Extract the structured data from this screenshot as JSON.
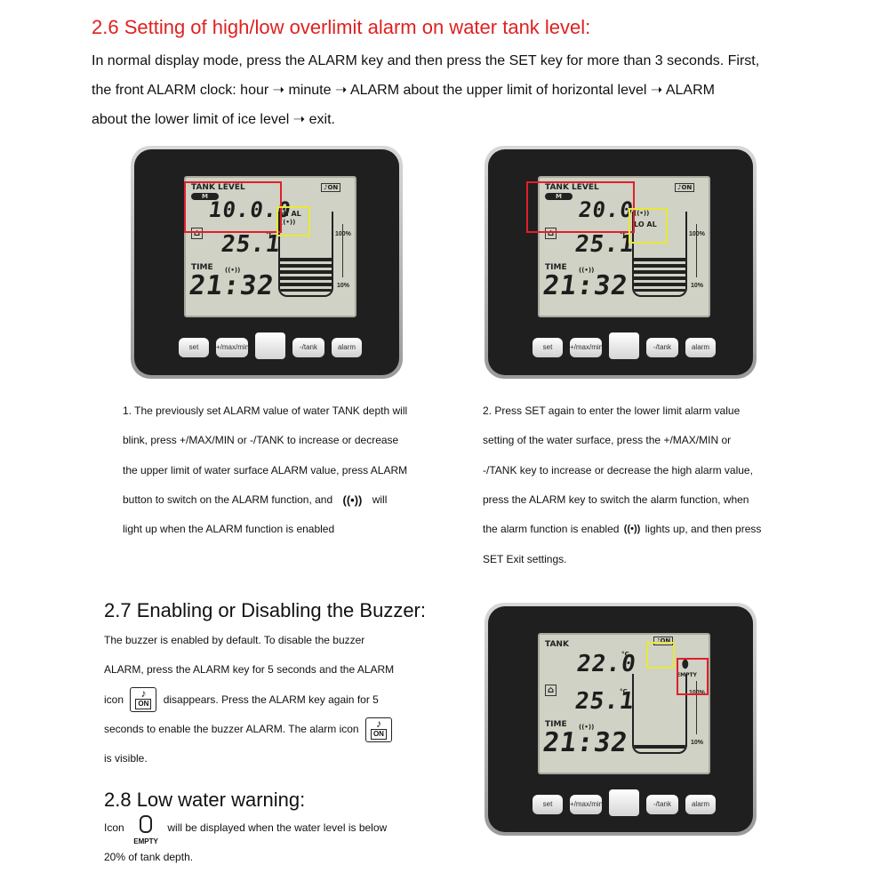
{
  "section26": {
    "heading": "2.6 Setting of high/low overlimit alarm on water tank level:",
    "lines": [
      "In normal display mode, press the ALARM key and then press the SET key for more than 3 seconds. First,",
      "the front ALARM clock: hour ➝ minute ➝ ALARM about the upper limit of horizontal level ➝ ALARM",
      "about the lower limit of ice level ➝ exit."
    ]
  },
  "device1": {
    "tank_label": "TANK LEVEL",
    "unit": "M",
    "level": "10.0.0",
    "alarm_label": "HI AL",
    "temp": "25.1",
    "temp_unit": "°C",
    "time_label": "TIME",
    "time": "21:32",
    "pct_high": "100%",
    "pct_low": "10%",
    "buttons": [
      "set",
      "+/max/min",
      "",
      "-/tank",
      "alarm"
    ]
  },
  "device2": {
    "tank_label": "TANK LEVEL",
    "unit": "M",
    "level": "20.0",
    "alarm_label": "LO AL",
    "temp": "25.1",
    "temp_unit": "°C",
    "time_label": "TIME",
    "time": "21:32",
    "pct_high": "100%",
    "pct_low": "10%",
    "buttons": [
      "set",
      "+/max/min",
      "",
      "-/tank",
      "alarm"
    ]
  },
  "device3": {
    "tank_label": "TANK",
    "level": "22.0",
    "level_unit": "°C",
    "empty_label": "EMPTY",
    "temp": "25.1",
    "temp_unit": "°C",
    "time_label": "TIME",
    "time": "21:32",
    "pct_high": "100%",
    "pct_low": "10%",
    "buttons": [
      "set",
      "+/max/min",
      "",
      "-/tank",
      "alarm"
    ]
  },
  "caption1": {
    "lines": [
      "1. The previously set ALARM value of water TANK depth will",
      "blink, press +/MAX/MIN or -/TANK to increase or decrease",
      "the upper limit of water surface ALARM value, press ALARM"
    ],
    "line4a": "button to switch on the ALARM function, and",
    "line4b": "will",
    "line5": "light up when the ALARM function is enabled"
  },
  "caption2": {
    "lines": [
      "2. Press SET again to enter the lower limit alarm value",
      "setting of the water surface, press the +/MAX/MIN or",
      "-/TANK key to increase or decrease the high alarm value,",
      "press the ALARM key to switch the alarm function, when"
    ],
    "line5a": "the alarm function is enabled",
    "line5b": "lights up, and then press",
    "line6": "SET Exit settings."
  },
  "section27": {
    "heading": "2.7 Enabling or Disabling the Buzzer:",
    "line1": "The buzzer is enabled by default. To disable the buzzer",
    "line2": "ALARM, press the ALARM key for 5 seconds and the ALARM",
    "line3a": "icon",
    "line3b": "disappears. Press the ALARM key again for 5",
    "line4": "seconds to enable the buzzer ALARM. The alarm icon",
    "line5": "is visible.",
    "on_label": "ON"
  },
  "section28": {
    "heading": "2.8 Low water warning:",
    "line1a": "Icon",
    "line1b": "will be displayed when the water level is below",
    "line2": "20% of tank depth.",
    "empty_label": "EMPTY"
  },
  "colors": {
    "heading_red": "#e02020",
    "highlight_red": "#e0202a",
    "highlight_yellow": "#e8e838"
  }
}
